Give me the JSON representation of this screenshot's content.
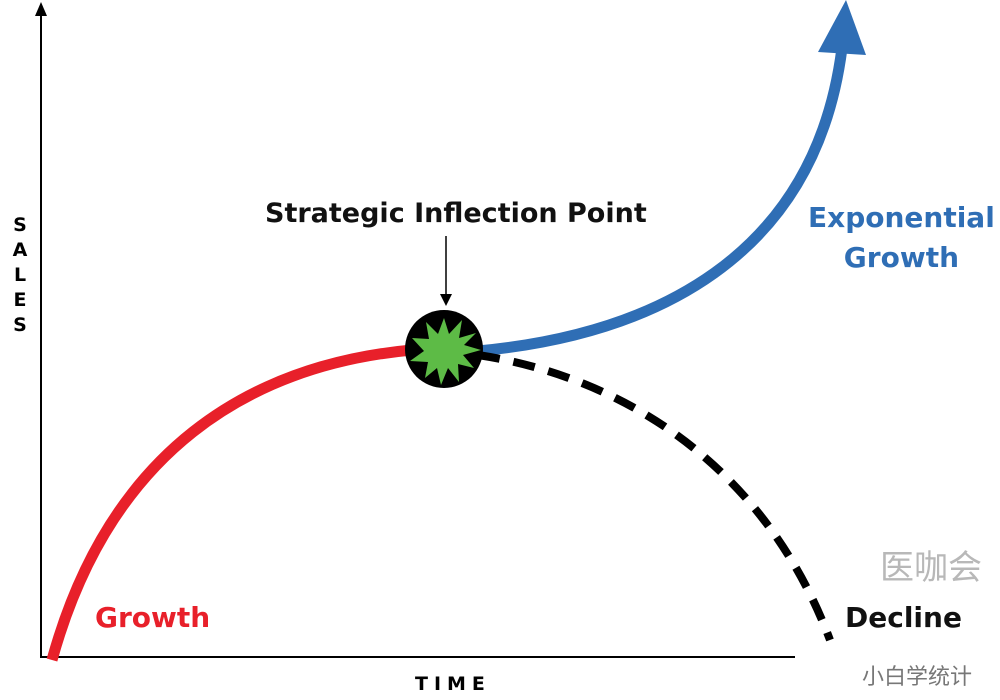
{
  "axes": {
    "y_label": [
      "S",
      "A",
      "L",
      "E",
      "S"
    ],
    "x_label": "TIME"
  },
  "title": "Strategic Inflection Point",
  "labels": {
    "exponential_line1": "Exponential",
    "exponential_line2": "Growth",
    "growth": "Growth",
    "decline": "Decline"
  },
  "watermark": {
    "line1": "医咖会",
    "line2": "小白学统计"
  },
  "colors": {
    "growth": "#e8202a",
    "exponential": "#2f6eb5",
    "burst": "#5dbb46",
    "decline": "#000000"
  }
}
